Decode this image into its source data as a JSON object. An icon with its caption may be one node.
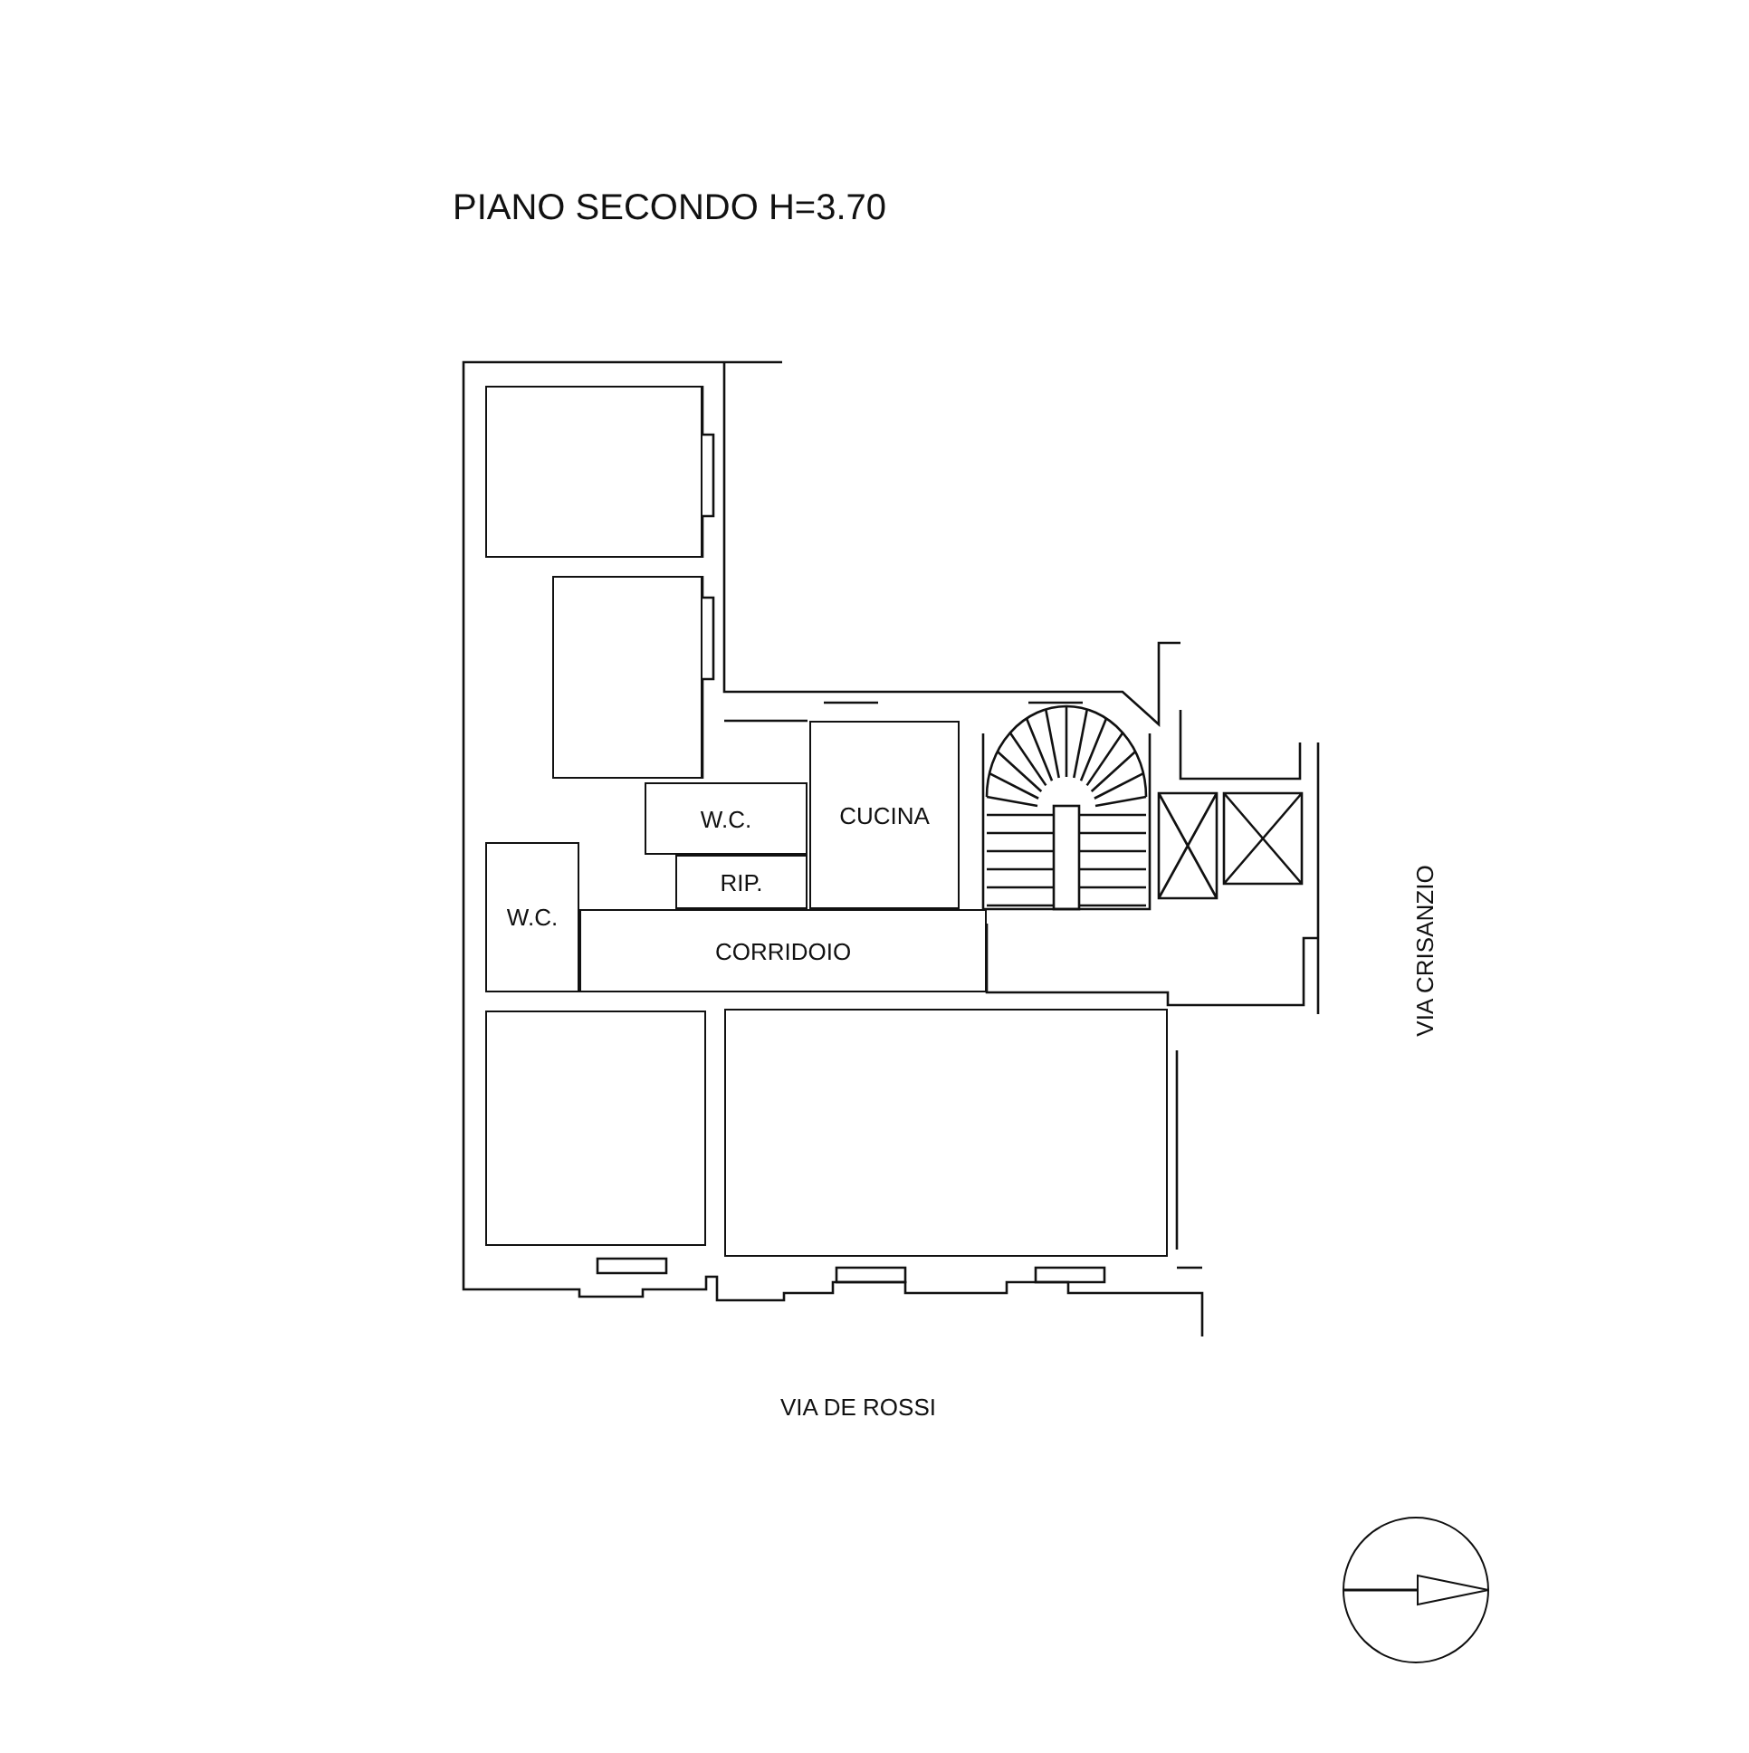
{
  "diagram": {
    "title": "PIANO SECONDO H=3.70",
    "nodes": [
      {
        "text": [],
        "shape": "box"
      },
      {
        "text": [],
        "shape": "box"
      },
      {
        "text": [
          "W.C."
        ]
      },
      {
        "text": [
          "CUCINA"
        ]
      },
      {
        "text": [
          "W.C."
        ]
      },
      {
        "text": [
          "RIP."
        ]
      },
      {
        "text": [
          "CORRIDOIO"
        ]
      },
      {
        "text": [],
        "shape": "box"
      },
      {
        "text": [],
        "shape": "box"
      }
    ],
    "labels": [
      "VIA CRISANZIO",
      "VIA DE ROSSI"
    ]
  }
}
